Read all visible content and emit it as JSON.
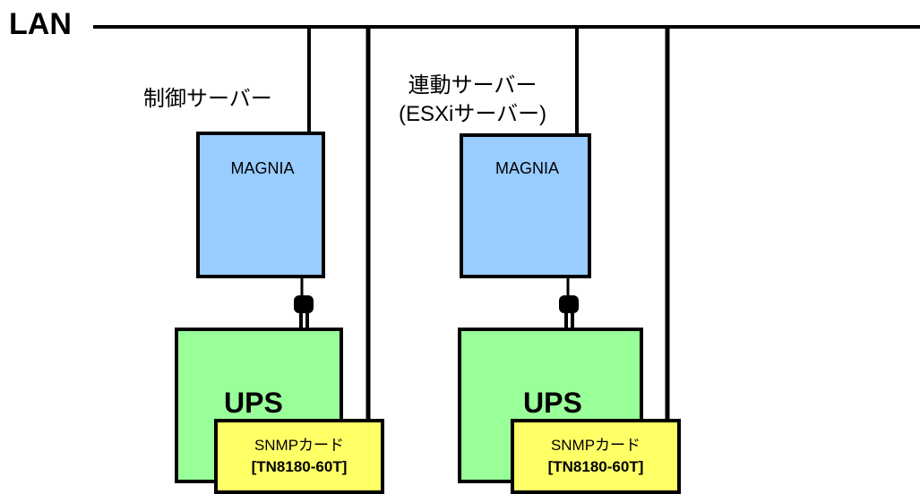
{
  "lan": {
    "label": "LAN"
  },
  "servers": [
    {
      "role_label_lines": [
        "制御サーバー"
      ],
      "box_label": "MAGNIA",
      "ups_label": "UPS",
      "card": {
        "line1": "SNMPカード",
        "line2": "[TN8180-60T]"
      }
    },
    {
      "role_label_lines": [
        "連動サーバー",
        "(ESXiサーバー)"
      ],
      "box_label": "MAGNIA",
      "ups_label": "UPS",
      "card": {
        "line1": "SNMPカード",
        "line2": "[TN8180-60T]"
      }
    }
  ],
  "colors": {
    "server_box": "#99ccff",
    "ups_box": "#99ff99",
    "snmp_card": "#ffff66",
    "line": "#000000"
  },
  "icons": [
    "power-plug-icon"
  ]
}
